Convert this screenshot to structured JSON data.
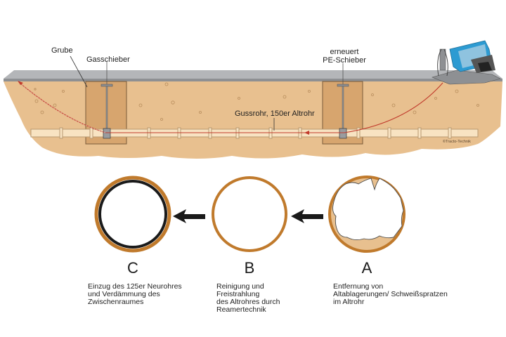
{
  "diagram": {
    "labels": {
      "pit": "Grube",
      "gas_valve": "Gasschieber",
      "renewed_line1": "erneuert",
      "renewed_line2": "PE-Schieber",
      "pipe": "Gussrohr, 150er Altrohr",
      "copyright": "©Tracto-Technik"
    },
    "steps": [
      {
        "letter": "C",
        "caption_lines": [
          "Einzug des 125er Neurohres",
          "und Verdämmung des",
          "Zwischenraumes"
        ]
      },
      {
        "letter": "B",
        "caption_lines": [
          "Reinigung und",
          "Freistrahlung",
          "des Altrohres durch",
          "Reamertechnik"
        ]
      },
      {
        "letter": "A",
        "caption_lines": [
          "Entfernung von",
          "Altablagerungen/ Schweißspratzen",
          "im Altrohr"
        ]
      }
    ],
    "colors": {
      "ground_surface": "#a7a9ac",
      "soil": "#e8c08f",
      "pit_fill": "#d7a56e",
      "pipe": "#f8e3c2",
      "pipe_ring": "#c07a2c",
      "liner": "#1a1a1a",
      "bore_line": "#c0392b",
      "machine": "#2d9bd2",
      "arrow": "#1a1a1a"
    }
  }
}
